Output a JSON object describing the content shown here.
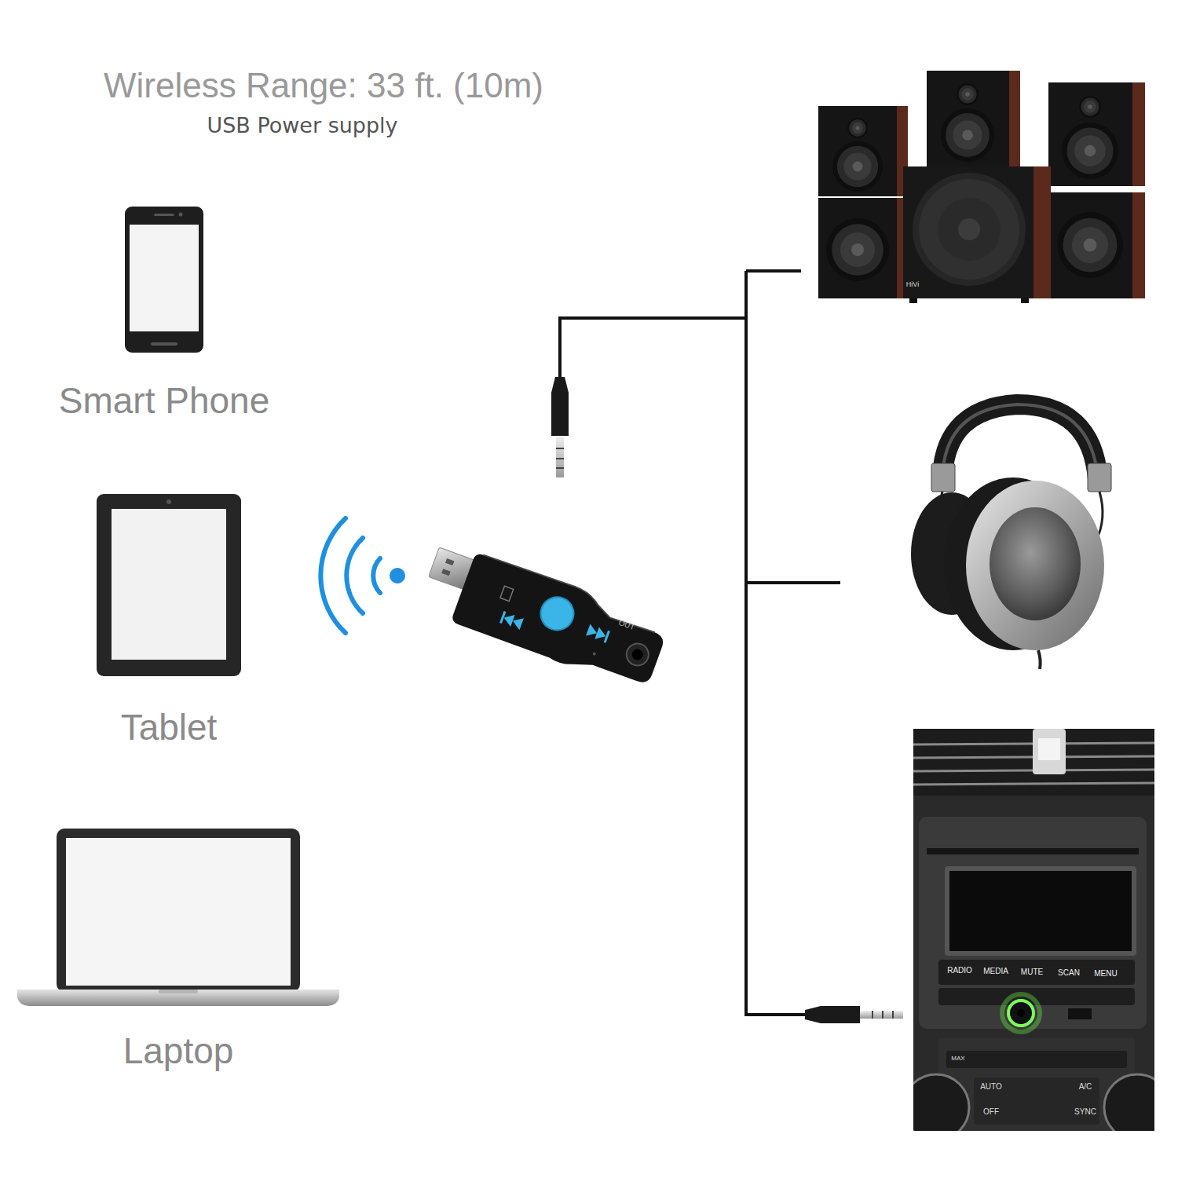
{
  "diagram": {
    "title": "Wireless Range: 33 ft. (10m)",
    "nodes": [
      {
        "text": [
          "Smart Phone"
        ]
      },
      {
        "text": [
          "Tablet"
        ]
      },
      {
        "text": [
          "Laptop"
        ]
      }
    ],
    "edges": [],
    "labels": [
      "USB Power supply",
      "OUT",
      "HiVi",
      "RADIO",
      "MEDIA",
      "MUTE",
      "SCAN",
      "MENU",
      "MAX",
      "AUTO",
      "A/C",
      "OFF",
      "SYNC"
    ]
  }
}
